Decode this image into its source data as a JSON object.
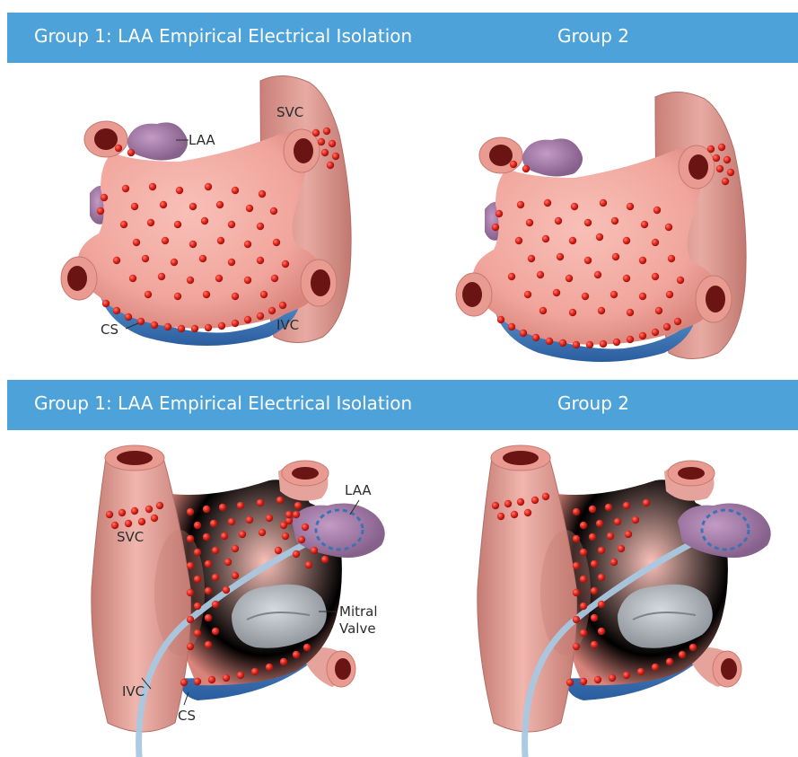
{
  "banners": [
    {
      "left": "Group 1: LAA Empirical Electrical Isolation",
      "right": "Group 2"
    },
    {
      "left": "Group 1: LAA Empirical Electrical Isolation",
      "right": "Group 2"
    }
  ],
  "labels": {
    "top": {
      "laa": "LAA",
      "svc": "SVC",
      "ivc": "IVC",
      "cs": "CS"
    },
    "bottom": {
      "laa": "LAA",
      "svc": "SVC",
      "ivc": "IVC",
      "cs": "CS",
      "mitral_1": "Mitral",
      "mitral_2": "Valve"
    }
  },
  "colors": {
    "banner": "#4da3d9",
    "atrium": "#f2aaa2",
    "vessel": "#d99890",
    "laa": "#a37ba8",
    "ablation_dot": "#e0281f",
    "coronary_sinus": "#3a73b5",
    "mitral_valve": "#b9bec2",
    "catheter": "#a9c8e0"
  }
}
